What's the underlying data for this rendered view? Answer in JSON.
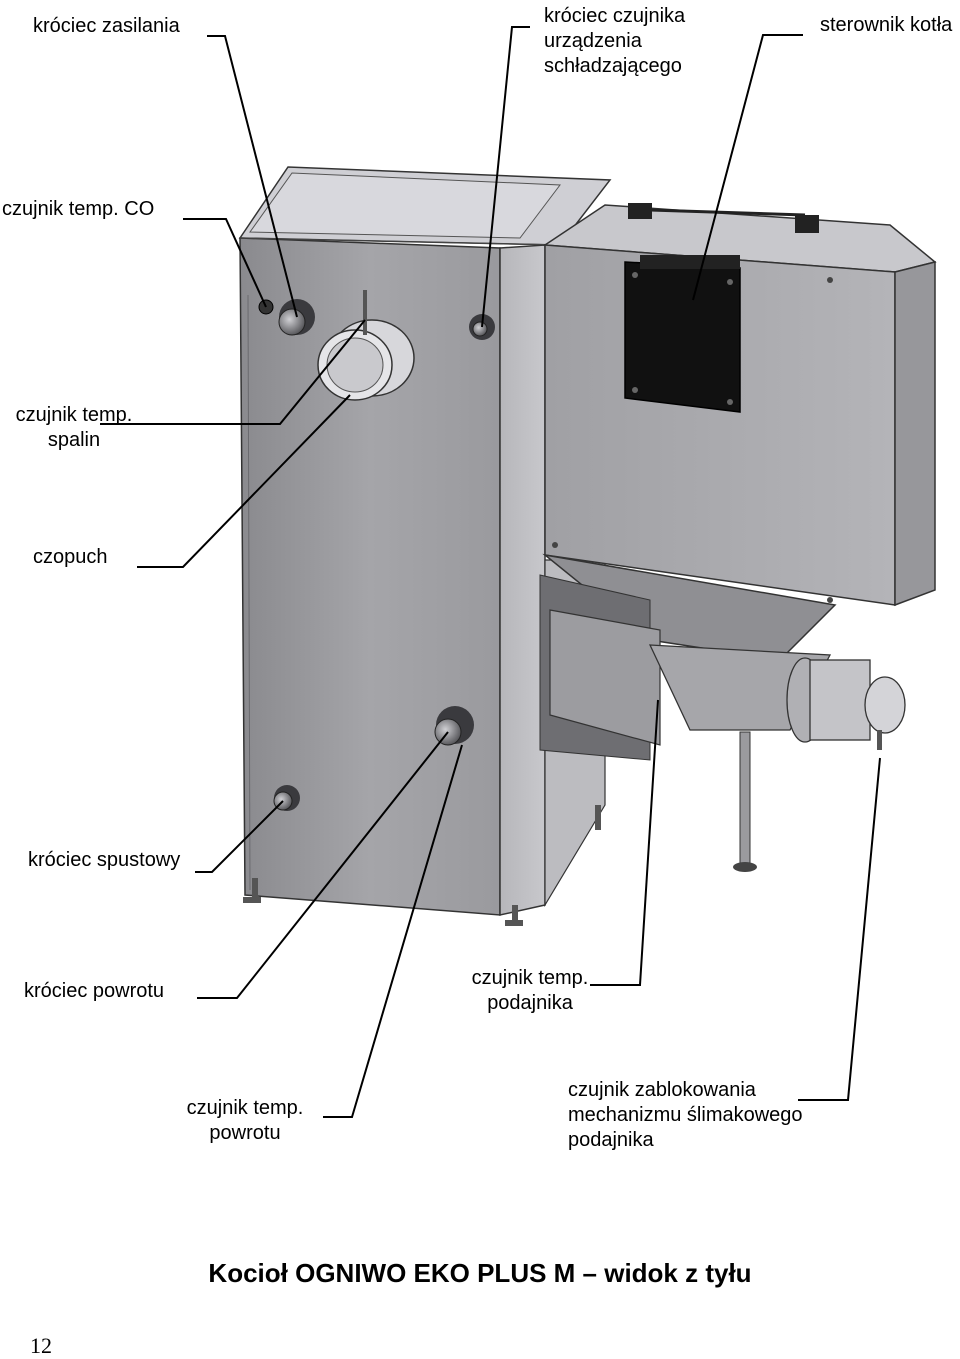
{
  "labels": {
    "krociec_zasilania": "króciec zasilania",
    "krociec_czujnika": [
      "króciec czujnika",
      "urządzenia",
      "schładzającego"
    ],
    "sterownik_kotla": "sterownik kotła",
    "czujnik_co": "czujnik temp. CO",
    "czujnik_spalin": [
      "czujnik temp.",
      "spalin"
    ],
    "czopuch": "czopuch",
    "krociec_spustowy": "króciec spustowy",
    "krociec_powrotu": "króciec powrotu",
    "czujnik_podajnika": [
      "czujnik temp.",
      "podajnika"
    ],
    "czujnik_powrotu": [
      "czujnik temp.",
      "powrotu"
    ],
    "czujnik_zablokowania": [
      "czujnik zablokowania",
      "mechanizmu ślimakowego",
      "podajnika"
    ]
  },
  "caption": "Kocioł OGNIWO EKO PLUS M – widok z tyłu",
  "page_number": "12",
  "colors": {
    "panel_light": "#d8d8dc",
    "panel_mid": "#a9a9ad",
    "panel_dark": "#7e7e82",
    "controller": "#111111",
    "line": "#000000"
  }
}
